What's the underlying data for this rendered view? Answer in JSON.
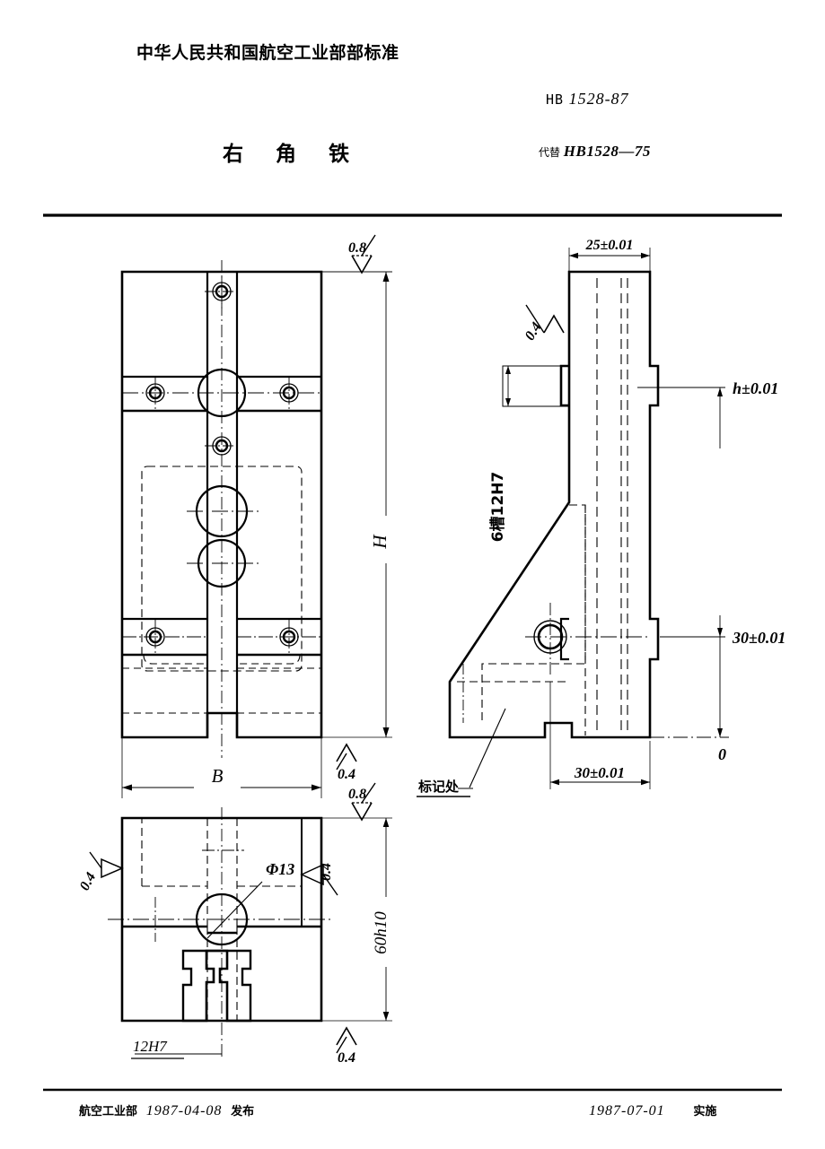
{
  "header": {
    "org_standard": "中华人民共和国航空工业部部标准",
    "std_prefix": "HB",
    "std_number": "1528-87",
    "title": "右 角 铁",
    "replaces_label": "代替",
    "replaces_value": "HB1528—75"
  },
  "footer": {
    "issuer": "航空工业部",
    "issue_date": "1987-04-08",
    "issue_word": "发布",
    "effective_date": "1987-07-01",
    "effective_word": "实施"
  },
  "drawing": {
    "front_view": {
      "dim_height": "H",
      "dim_width": "B",
      "finish_top": "0.8",
      "finish_bottom": "0.4"
    },
    "side_view": {
      "dim_width_top": "25±0.01",
      "finish_left": "0.4",
      "dim_height_h": "h±0.01",
      "slot_label": "6槽12H7",
      "dim_vert_30": "30±0.01",
      "dim_horiz_30": "30±0.01",
      "datum_zero": "0",
      "mark_note": "标记处"
    },
    "bottom_view": {
      "finish_top": "0.8",
      "finish_left": "0.4",
      "finish_right": "0.4",
      "finish_bottom": "0.4",
      "hole_dia": "Φ13",
      "slot_width": "12H7",
      "dim_depth": "60h10"
    }
  }
}
